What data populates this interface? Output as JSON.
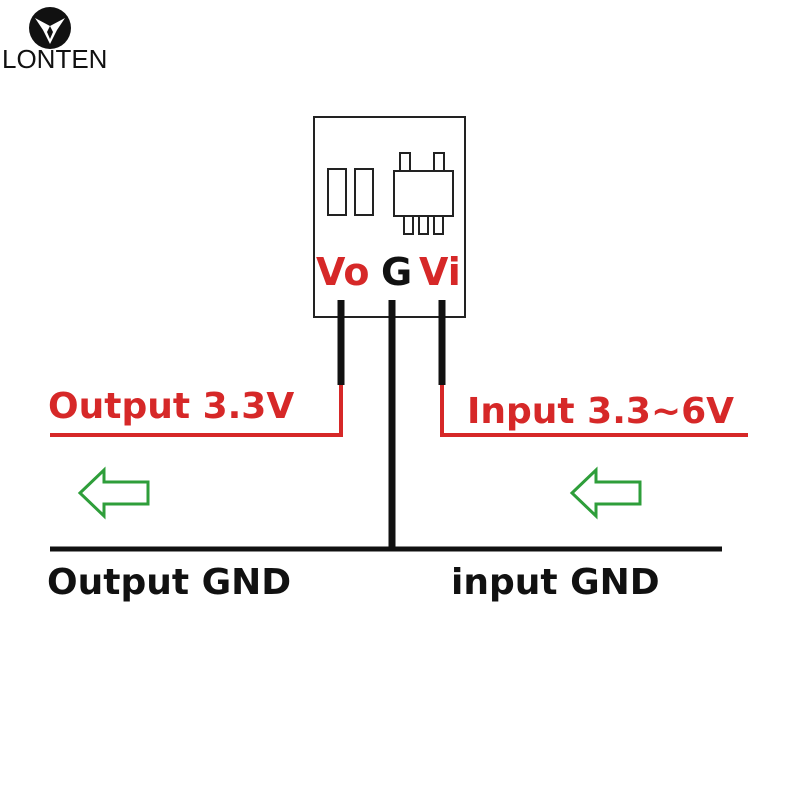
{
  "brand": {
    "name": "LONTEN"
  },
  "pins": {
    "vo": "Vo",
    "g": "G",
    "vi": "Vi"
  },
  "labels": {
    "output_voltage": "Output 3.3V",
    "input_voltage": "Input 3.3~6V",
    "output_gnd": "Output GND",
    "input_gnd": "input GND"
  },
  "colors": {
    "red": "#d62828",
    "black": "#111111",
    "green": "#2e9e3a",
    "outline": "#222222"
  },
  "icons": [
    "lonten-logo",
    "arrow-left-icon",
    "arrow-left-icon"
  ]
}
